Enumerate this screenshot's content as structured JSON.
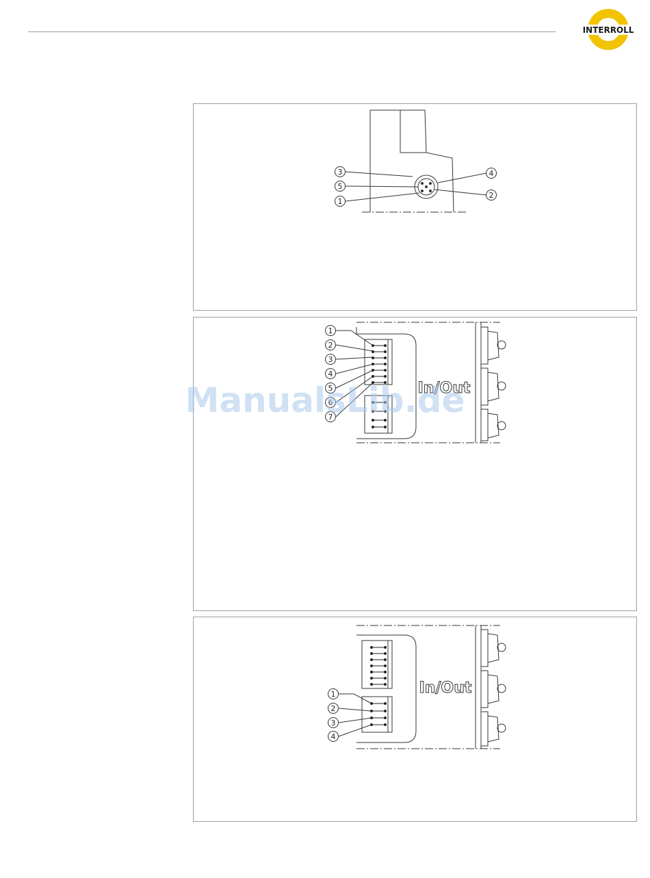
{
  "header": {
    "logo_text": "INTERROLL",
    "logo_colors": {
      "ring": "#f2c300",
      "text": "#1a1a1a"
    }
  },
  "figure1": {
    "callouts": [
      "3",
      "5",
      "1",
      "4",
      "2"
    ]
  },
  "figure2": {
    "callouts": [
      "1",
      "2",
      "3",
      "4",
      "5",
      "6",
      "7"
    ],
    "label": "In/Out"
  },
  "figure3": {
    "callouts": [
      "1",
      "2",
      "3",
      "4"
    ],
    "label": "In/Out"
  },
  "watermark": "ManualsLib.de"
}
